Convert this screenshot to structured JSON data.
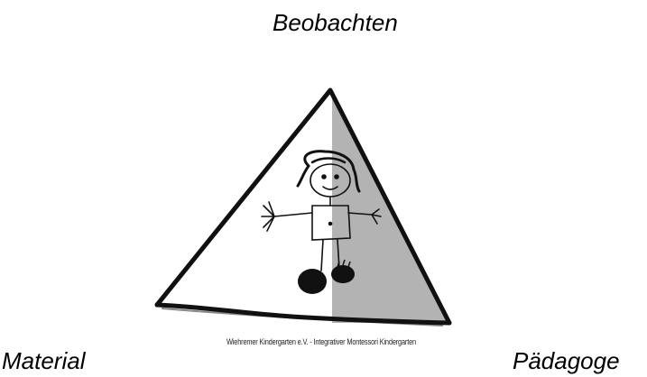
{
  "diagram": {
    "vertex_labels": {
      "top": "Beobachten",
      "bottom_left": "Material",
      "bottom_right": "Pädagoge"
    },
    "logo": {
      "caption": "Wiehremer Kindergarten e.V. - Integrativer Montessori Kindergarten",
      "shaded_color": "#b3b3b3",
      "stroke_color": "#111111"
    }
  }
}
